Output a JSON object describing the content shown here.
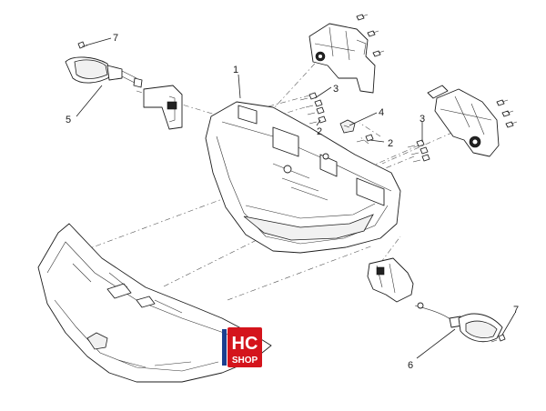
{
  "callouts": {
    "c1": "1",
    "c2a": "2",
    "c2b": "2",
    "c3a": "3",
    "c3b": "3",
    "c4": "4",
    "c5": "5",
    "c6": "6",
    "c7a": "7",
    "c7b": "7"
  },
  "logo": {
    "line1": "HC",
    "line2": "SHOP",
    "colors": {
      "red": "#d4141c",
      "blue": "#1b3f8f",
      "white": "#ffffff"
    }
  }
}
